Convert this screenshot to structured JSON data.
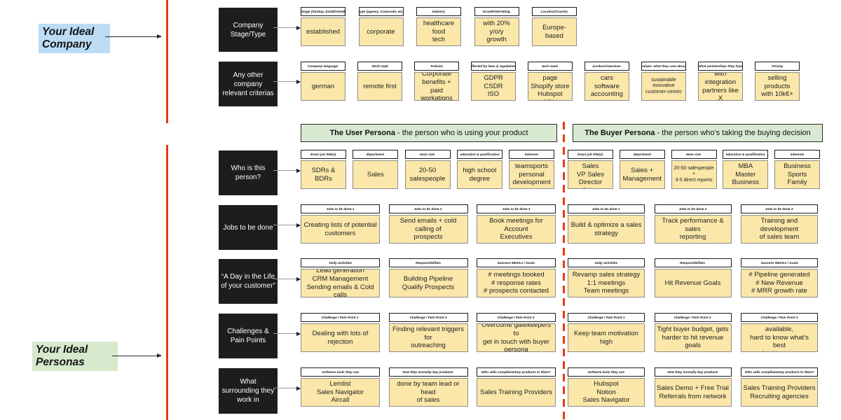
{
  "colors": {
    "sticky_note": "#fae7a9",
    "divider_red": "#ea390d",
    "persona_header_green": "#d9ead3",
    "company_label_blue": "#bcdcf6",
    "personas_label_green": "#d6e9cd",
    "row_label_black": "#1d1d1d"
  },
  "labels": {
    "company": {
      "text": "Your Ideal Company"
    },
    "personas": {
      "text": "Your Ideal Personas"
    }
  },
  "headers": {
    "user": {
      "strong": "The User Persona",
      "rest": " - the person who is using your product"
    },
    "buyer": {
      "strong": "The Buyer Persona",
      "rest": " - the person who's taking the buying decision"
    }
  },
  "rows": {
    "stage": {
      "label": "Company Stage/Type",
      "notes": [
        {
          "h": "Stage (Startup, Established)",
          "b": "established"
        },
        {
          "h": "Type (agency, Corporate, etc.)",
          "b": "corporate"
        },
        {
          "h": "Industry",
          "b": "healthcare\nfood\ntech"
        },
        {
          "h": "Growth/Shrinking",
          "b": "with 20% y/o/y\ngrowth"
        },
        {
          "h": "Location/Country",
          "b": "Europe-based"
        }
      ]
    },
    "other": {
      "label": "Any other company relevant criterias",
      "notes": [
        {
          "h": "Company language",
          "b": "german"
        },
        {
          "h": "Work style",
          "b": "remote first"
        },
        {
          "h": "Policies",
          "b": "Corporate\nbenefits + paid\nworkations"
        },
        {
          "h": "affected by laws & regulations",
          "b": "GDPR\nCSDR\nISO"
        },
        {
          "h": "tech stack",
          "b": "Webflow page\nShopify store\nHubspot CRM"
        },
        {
          "h": "products/services",
          "b": "cars\nsoftware\naccounting"
        },
        {
          "h": "values: what they care about",
          "b": "sustainable\ninnovative\ncustomer-centric",
          "small": true
        },
        {
          "h": "What partnerships they have",
          "b": "with integration\npartners like X"
        },
        {
          "h": "Pricing",
          "b": "selling products\nwith 10k€+"
        }
      ]
    },
    "who": {
      "label": "Who is this person?",
      "user": [
        {
          "h": "Exact job title(s)",
          "b": "SDRs & BDRs"
        },
        {
          "h": "department",
          "b": "Sales"
        },
        {
          "h": "team size",
          "b": "20-50\nsalespeople"
        },
        {
          "h": "education & qualification",
          "b": "high school\ndegree"
        },
        {
          "h": "interests",
          "b": "teamsports\npersonal\ndevelopment"
        }
      ],
      "buyer": [
        {
          "h": "Exact job title(s)",
          "b": "Head of Sales\nVP Sales\nDirector Sales"
        },
        {
          "h": "department",
          "b": "Sales +\nManagement"
        },
        {
          "h": "team size",
          "b": "20-50 salespeople\n+\n3-5 direct reports",
          "small": true
        },
        {
          "h": "education & qualification",
          "b": "MBA\nMaster Business"
        },
        {
          "h": "interests",
          "b": "Business\nSports\nFamily"
        }
      ]
    },
    "jobs": {
      "label": "Jobs to be done",
      "user": [
        {
          "h": "Jobs to be done 1",
          "b": "Creating lists of potential\ncustomers"
        },
        {
          "h": "Jobs to be done 2",
          "b": "Send emails + cold calling of\nprospects"
        },
        {
          "h": "Jobs to be done 3",
          "b": "Book meetings for Account\nExecutives"
        }
      ],
      "buyer": [
        {
          "h": "Jobs to be done 1",
          "b": "Build & optimize a sales\nstrategy"
        },
        {
          "h": "Jobs to be done 2",
          "b": "Track performance & sales\nreporting"
        },
        {
          "h": "Jobs to be done 3",
          "b": "Training and development\nof sales team"
        }
      ]
    },
    "day": {
      "label": "“A Day in the Life of your customer”",
      "user": [
        {
          "h": "Daily activities",
          "b": "Lead generation\nCRM Management\nSending emails & Cold calls"
        },
        {
          "h": "Responsibilities",
          "b": "Building Pipeline\nQualify Prospects"
        },
        {
          "h": "Success Metrics / Goals",
          "b": "# meetings booked\n# response rates\n# prospects contacted"
        }
      ],
      "buyer": [
        {
          "h": "Daily activities",
          "b": "Revamp sales strategy\n1:1 meetings\nTeam meetings"
        },
        {
          "h": "Responsibilities",
          "b": "Hit Revenue Goals"
        },
        {
          "h": "Success Metrics / Goals",
          "b": "# Pipeline generated\n# New Revenue\n# MRR growth rate"
        }
      ]
    },
    "challenges": {
      "label": "Challenges & Pain Points",
      "user": [
        {
          "h": "Challenge / Pain Point 1",
          "b": "Dealing with lots of rejection"
        },
        {
          "h": "Challenge / Pain Point 2",
          "b": "Finding relevant triggers for\noutreaching"
        },
        {
          "h": "Challenge / Pain Point 3",
          "b": "Overcome gatekeepers to\nget in touch with buyer\npersona"
        }
      ],
      "buyer": [
        {
          "h": "Challenge / Pain Point 1",
          "b": "Keep team motivation high"
        },
        {
          "h": "Challenge / Pain Point 2",
          "b": "Tight buyer budget, gets\nharder to hit revenue goals"
        },
        {
          "h": "Challenge / Pain Point 3",
          "b": "Lots of sales tool available,\nhard to know what's best\nfor the team"
        }
      ]
    },
    "surrounding": {
      "label": "What surrounding they work in",
      "user": [
        {
          "h": "Software tools they use",
          "b": "Lemlist\nSales Navigator\nAircall"
        },
        {
          "h": "How they normally buy products",
          "b": "done by team lead or head\nof sales"
        },
        {
          "h": "Who sells complimentary products to them?",
          "b": "Sales Training Providers"
        }
      ],
      "buyer": [
        {
          "h": "Software tools they use",
          "b": "Hubspot\nNotion\nSales Navigator"
        },
        {
          "h": "How they normally buy products",
          "b": "Sales Demo + Free Trial\nReferrals from network"
        },
        {
          "h": "Who sells complimentary products to them?",
          "b": "Sales Training Providers\nRecruiting agencies"
        }
      ]
    }
  }
}
